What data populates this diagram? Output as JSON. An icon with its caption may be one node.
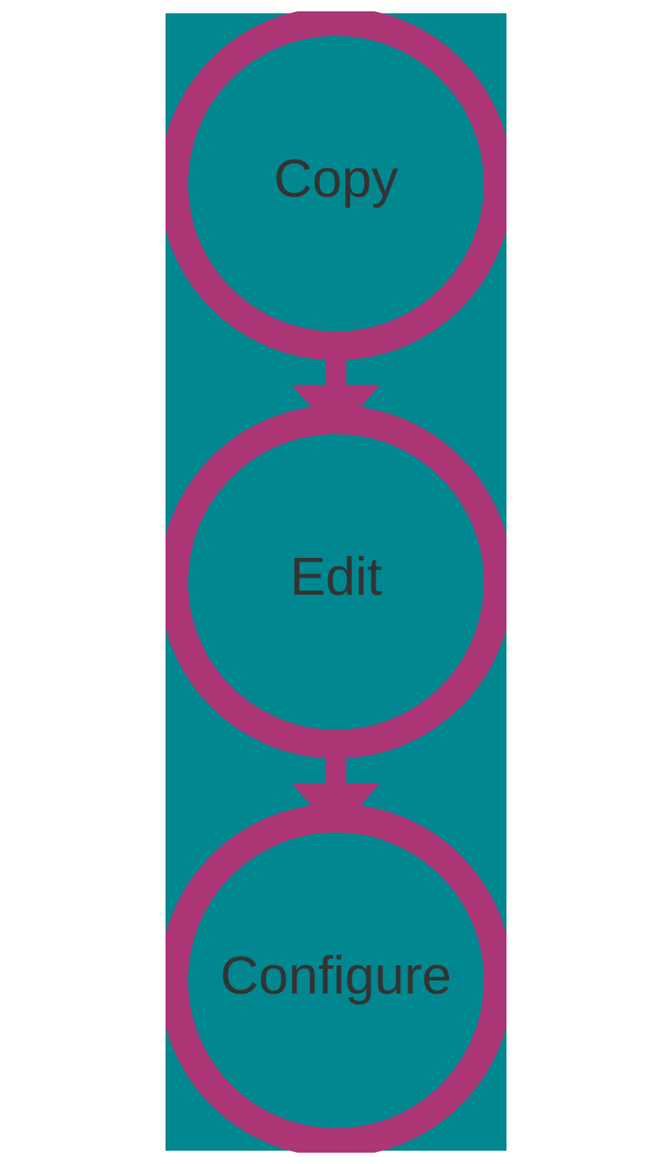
{
  "diagram": {
    "nodes": [
      {
        "text": [
          "Copy"
        ]
      },
      {
        "text": [
          "Edit"
        ]
      },
      {
        "text": [
          "Configure"
        ]
      }
    ],
    "edges": [
      {
        "from": 0,
        "to": 1,
        "arrow": "to"
      },
      {
        "from": 1,
        "to": 2,
        "arrow": "to"
      }
    ]
  }
}
